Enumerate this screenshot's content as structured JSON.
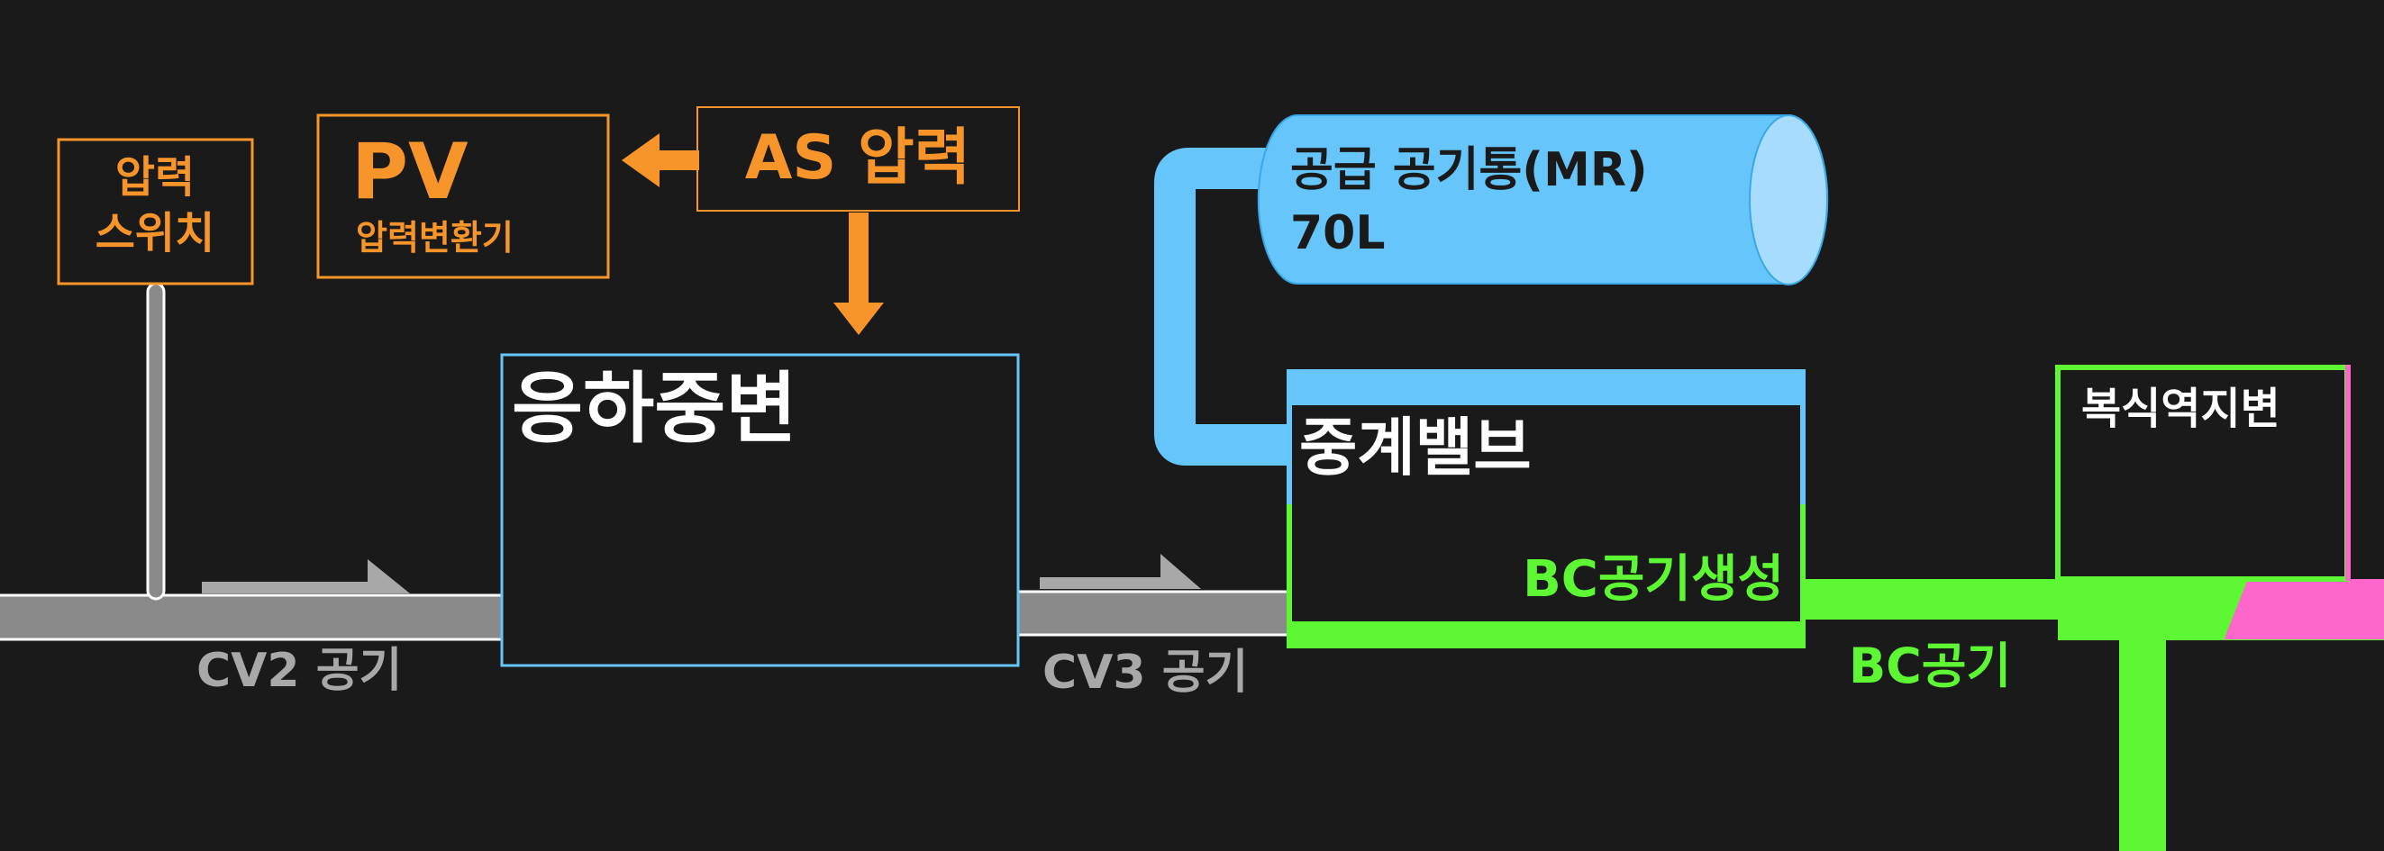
{
  "colors": {
    "background": "#1a1a1a",
    "orange": "#f7952a",
    "gray_pipe": "#8a8a8a",
    "gray_label": "#a8a8a8",
    "blue": "#66c6fb",
    "blue_light": "#a8dcfe",
    "green": "#5ef734",
    "pink": "#ff66cc",
    "white": "#ffffff"
  },
  "pressure_switch": {
    "line1": "압력",
    "line2": "스위치"
  },
  "pv": {
    "title": "PV",
    "subtitle": "압력변환기"
  },
  "as_pressure": {
    "label": "AS 압력"
  },
  "load_valve": {
    "label": "응하중변"
  },
  "supply_reservoir": {
    "line1": "공급 공기통(MR)",
    "line2": "70L"
  },
  "relay_valve": {
    "label": "중계밸브",
    "output_label": "BC공기생성"
  },
  "double_check_valve": {
    "label": "복식역지변"
  },
  "pipes": {
    "cv2_label": "CV2 공기",
    "cv3_label": "CV3 공기",
    "bc_label": "BC공기"
  }
}
